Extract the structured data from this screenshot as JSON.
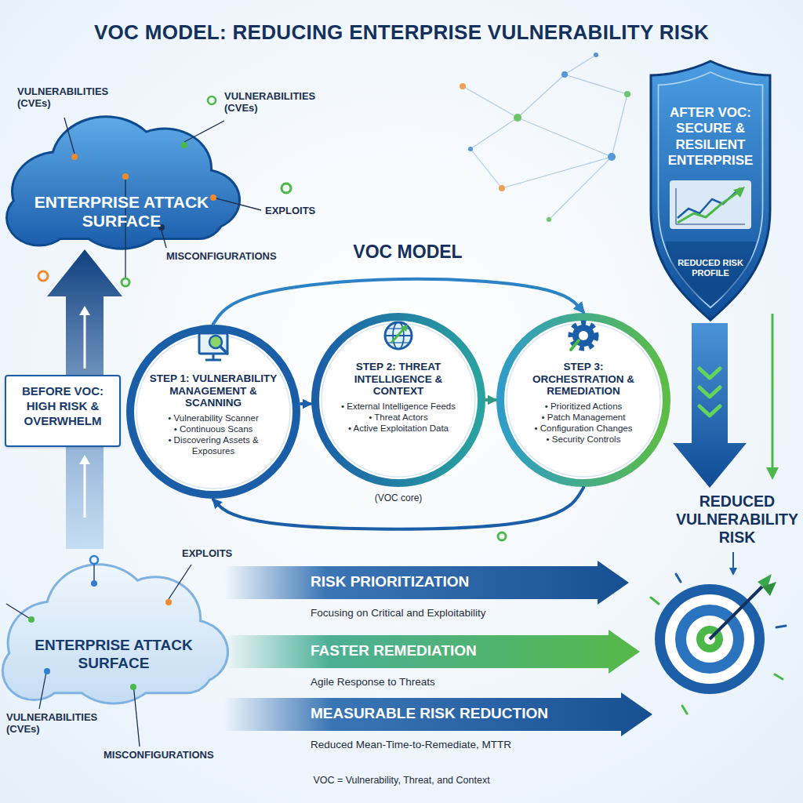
{
  "diagram": {
    "title": "VOC MODEL: REDUCING ENTERPRISE VULNERABILITY RISK",
    "caption": "VOC = Vulnerability, Threat, and Context",
    "nodes": [
      {
        "text": [
          "ENTERPRISE ATTACK SURFACE"
        ]
      },
      {
        "text": [
          "BEFORE VOC: HIGH RISK & OVERWHELM"
        ]
      },
      {
        "text": [
          "STEP 1: VULNERABILITY MANAGEMENT & SCANNING",
          "• Vulnerability Scanner",
          "• Continuous Scans",
          "• Discovering Assets & Exposures"
        ]
      },
      {
        "text": [
          "STEP 2: THREAT INTELLIGENCE & CONTEXT",
          "• External Intelligence Feeds",
          "• Threat Actors",
          "• Active Exploitation Data"
        ]
      },
      {
        "text": [
          "STEP 3: ORCHESTRATION & REMEDIATION",
          "• Prioritized Actions",
          "• Patch Management",
          "• Configuration Changes",
          "• Security Controls"
        ]
      },
      {
        "text": [
          "AFTER VOC: SECURE & RESILIENT ENTERPRISE",
          "REDUCED RISK PROFILE"
        ]
      },
      {
        "text": [
          "ENTERPRISE ATTACK SURFACE"
        ]
      },
      {
        "text": [
          "RISK PRIORITIZATION",
          "Focusing on Critical and Exploitability"
        ]
      },
      {
        "text": [
          "FASTER REMEDIATION",
          "Agile Response to Threats"
        ]
      },
      {
        "text": [
          "MEASURABLE RISK REDUCTION",
          "Reduced Mean-Time-to-Remediate, MTTR"
        ]
      }
    ],
    "edges": [
      {
        "from": 2,
        "to": 3,
        "arrow": "to"
      },
      {
        "from": 3,
        "to": 4,
        "arrow": "to"
      },
      {
        "from": 2,
        "to": 4,
        "arrow": "to"
      },
      {
        "from": 4,
        "to": 2,
        "arrow": "to"
      }
    ],
    "labels": [
      "VULNERABILITIES (CVEs)",
      "VULNERABILITIES (CVEs)",
      "EXPLOITS",
      "MISCONFIGURATIONS",
      "VOC MODEL",
      "(VOC core)",
      "REDUCED VULNERABILITY RISK",
      "EXPLOITS",
      "VULNERABILITIES (CVEs)",
      "MISCONFIGURATIONS"
    ]
  }
}
